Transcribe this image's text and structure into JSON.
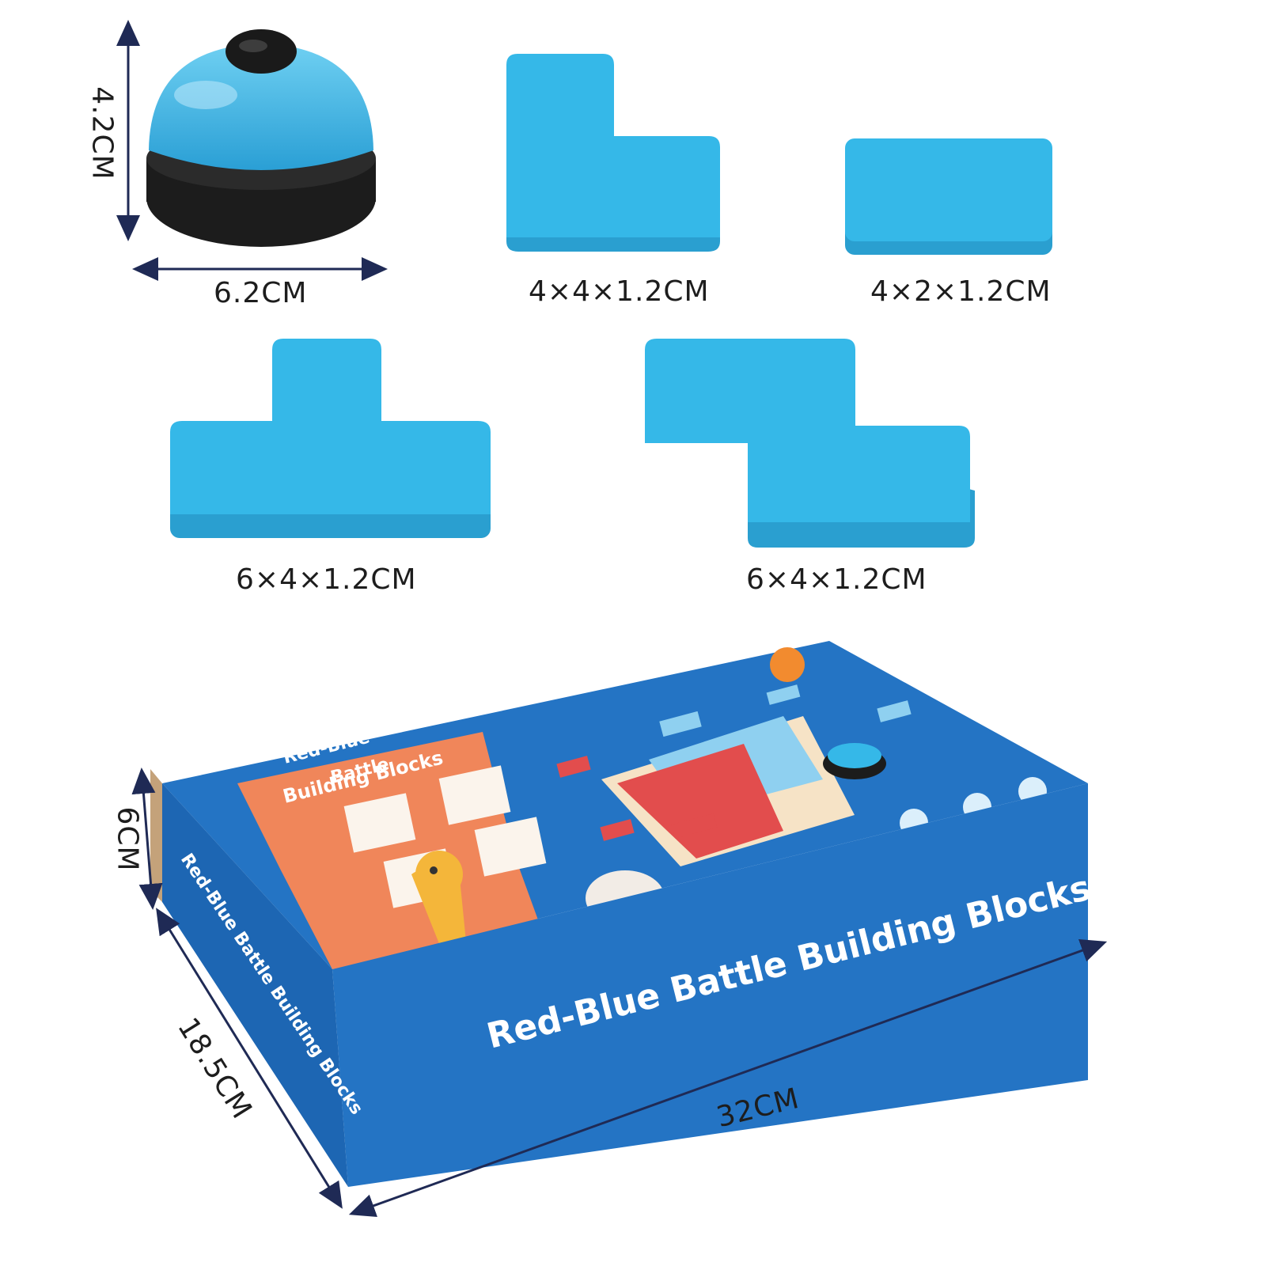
{
  "dimensions": {
    "bell_height": "4.2CM",
    "bell_width": "6.2CM",
    "l_block": "4×4×1.2CM",
    "rect_block": "4×2×1.2CM",
    "t_block": "6×4×1.2CM",
    "z_block": "6×4×1.2CM",
    "box_height": "6CM",
    "box_depth": "18.5CM",
    "box_length": "32CM"
  },
  "box": {
    "front_title": "Red-Blue Battle Building Blocks",
    "panel_title_line1": "Red-Blue",
    "panel_title_line2": "Battle",
    "panel_title_line3": "Building Blocks",
    "side_title": "Red-Blue Battle Building Blocks"
  },
  "colors": {
    "block_blue": "#35b8e8",
    "block_blue_side": "#2a9fd0",
    "box_blue": "#2474c4",
    "box_orange": "#f0865a",
    "bell_black": "#1c1c1c"
  }
}
